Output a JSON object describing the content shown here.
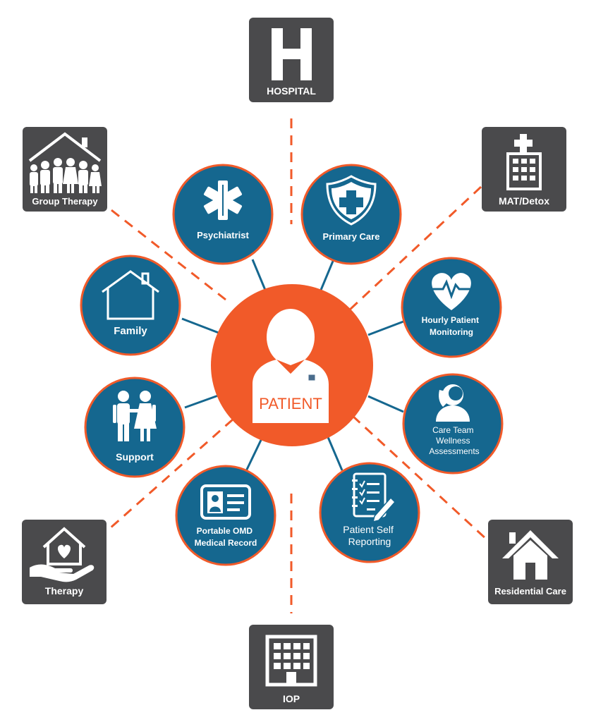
{
  "colors": {
    "orange": "#f15a29",
    "blue": "#15678f",
    "gray": "#4a4a4c",
    "white": "#ffffff"
  },
  "center": {
    "label": "PATIENT",
    "icon": "patient-icon"
  },
  "inner_nodes": [
    {
      "id": "psychiatrist",
      "lines": [
        "Psychiatrist"
      ],
      "icon": "star-of-life-icon"
    },
    {
      "id": "primary-care",
      "lines": [
        "Primary Care"
      ],
      "icon": "shield-cross-icon"
    },
    {
      "id": "hourly-patient-monitoring",
      "lines": [
        "Hourly Patient",
        "Monitoring"
      ],
      "icon": "heart-pulse-icon"
    },
    {
      "id": "care-team-wellness-assessments",
      "lines": [
        "Care Team",
        "Wellness",
        "Assessments"
      ],
      "icon": "phone-support-icon"
    },
    {
      "id": "patient-self-reporting",
      "lines": [
        "Patient Self",
        "Reporting"
      ],
      "icon": "checklist-icon"
    },
    {
      "id": "portable-omd-medical-record",
      "lines": [
        "Portable OMD",
        "Medical Record"
      ],
      "icon": "id-card-icon"
    },
    {
      "id": "support",
      "lines": [
        "Support"
      ],
      "icon": "couple-icon"
    },
    {
      "id": "family",
      "lines": [
        "Family"
      ],
      "icon": "house-outline-icon"
    }
  ],
  "outer_nodes": [
    {
      "id": "hospital",
      "label": "HOSPITAL",
      "icon": "hospital-h-icon"
    },
    {
      "id": "mat-detox",
      "label": "MAT/Detox",
      "icon": "medical-building-icon"
    },
    {
      "id": "residential-care",
      "label": "Residential Care",
      "icon": "house-icon"
    },
    {
      "id": "iop",
      "label": "IOP",
      "icon": "office-building-icon"
    },
    {
      "id": "therapy",
      "label": "Therapy",
      "icon": "heart-house-hand-icon"
    },
    {
      "id": "group-therapy",
      "label": "Group Therapy",
      "icon": "group-house-icon"
    }
  ]
}
